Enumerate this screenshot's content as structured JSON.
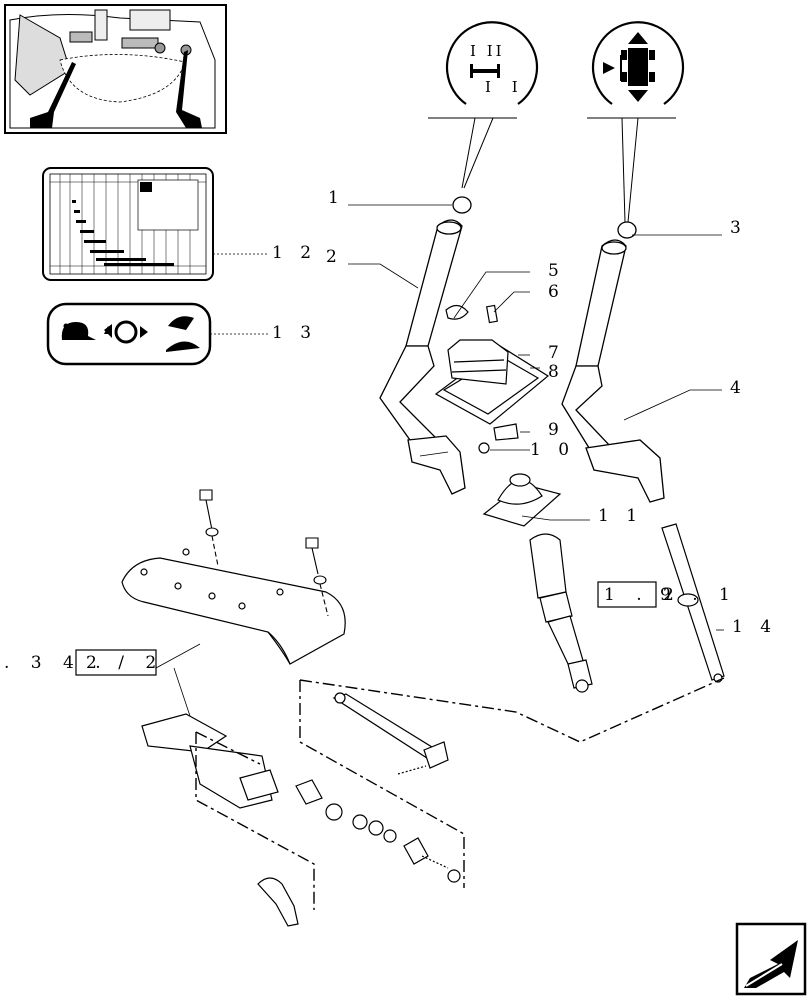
{
  "callouts": {
    "c1": "1",
    "c2": "2",
    "c3": "3",
    "c4": "4",
    "c5": "5",
    "c6": "6",
    "c7": "7",
    "c8": "8",
    "c9": "9",
    "c10": "1 0",
    "c11": "1 1",
    "c12": "1 2",
    "c13": "1 3",
    "c14": "1 4"
  },
  "refs": {
    "left_prefix": ". 3 4 .",
    "left_box": "2 / 2",
    "right_box": "1 . 2",
    "right_suffix": "9 . 1"
  },
  "gear_symbol": {
    "top": "I II",
    "bottom": "I I"
  },
  "icons": {
    "overview": "tractor-cab-overview-icon",
    "gear_pattern": "gear-pattern-symbol-icon",
    "drive_pattern": "drive-selector-symbol-icon",
    "speed_chart": "speed-chart-decal-icon",
    "speed_symbols": "slow-fast-decal-icon",
    "nav": "next-page-arrow-icon"
  }
}
